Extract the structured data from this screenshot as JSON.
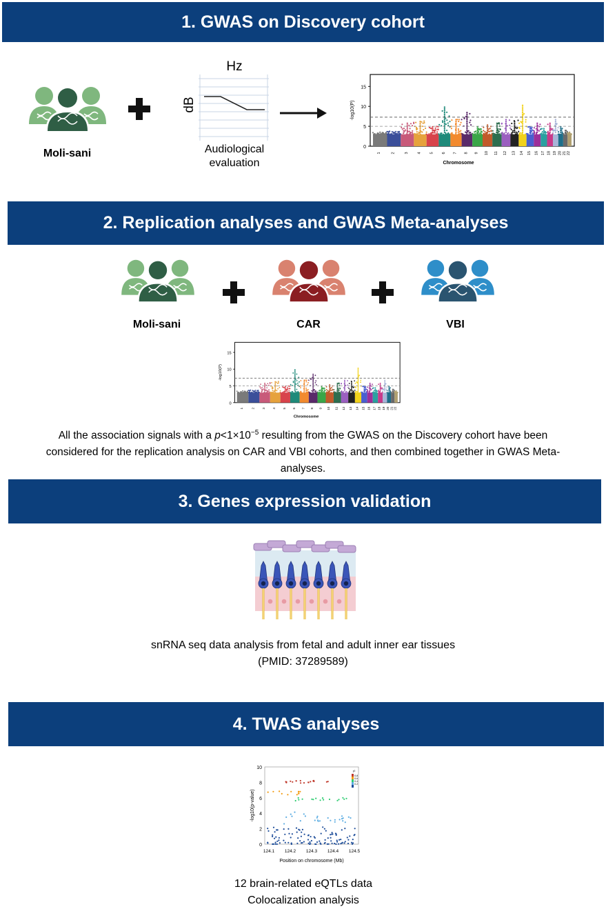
{
  "section1": {
    "title": "1.  GWAS on Discovery cohort",
    "cohort_label": "Moli-sani",
    "audiogram": {
      "top_label": "Hz",
      "side_label": "dB",
      "caption_line1": "Audiological",
      "caption_line2": "evaluation"
    }
  },
  "section2": {
    "title": "2. Replication analyses and GWAS Meta-analyses",
    "cohorts": [
      "Moli-sani",
      "CAR",
      "VBI"
    ],
    "description_line1_a": "All the association signals with a ",
    "description_line1_p": "p",
    "description_line1_b": "<1×10",
    "description_line1_sup": "−5",
    "description_line1_c": " resulting from the GWAS on the Discovery cohort have been",
    "description_line2": "considered for the replication analysis on CAR and VBI cohorts, and then combined together in GWAS Meta-",
    "description_line3": "analyses."
  },
  "section3": {
    "title": "3. Genes expression validation",
    "caption_line1": "snRNA seq data analysis from fetal and adult inner ear tissues",
    "caption_line2": "(PMID: 37289589)"
  },
  "section4": {
    "title": "4. TWAS analyses",
    "caption_line1": "12 brain-related eQTLs data",
    "caption_line2": "Colocalization analysis"
  },
  "colors": {
    "banner": "#0c3f7c",
    "green_light": "#7fb77e",
    "green_dark": "#2f5e45",
    "car_light": "#d9826f",
    "car_dark": "#8b1e22",
    "vbi_light": "#2e8ec9",
    "vbi_dark": "#2a5470"
  },
  "manhattan": {
    "ylabel": "-log10(P)",
    "xlabel": "Chromosome",
    "yticks": [
      0,
      5,
      10,
      15
    ],
    "chromosomes": [
      "1",
      "2",
      "3",
      "4",
      "5",
      "6",
      "7",
      "8",
      "9",
      "10",
      "11",
      "12",
      "13",
      "14",
      "15",
      "16",
      "17",
      "18",
      "19",
      "20",
      "21",
      "22"
    ],
    "peaks": [
      3.5,
      3.8,
      6,
      6.5,
      5,
      10,
      7,
      8.5,
      5,
      5.5,
      6,
      7,
      6.5,
      10.5,
      5,
      6,
      4.5,
      6,
      7,
      5,
      4,
      3.5
    ],
    "significance_line": 7.3,
    "suggestive_line": 5,
    "colors": [
      "#7a7a7a",
      "#3b4f9a",
      "#c85a7a",
      "#e6a23c",
      "#d8434b",
      "#1f8a7a",
      "#f28a2e",
      "#5a2a6a",
      "#3aa648",
      "#c25a2a",
      "#2d6e4f",
      "#9b5fc0",
      "#222222",
      "#f2d21b",
      "#4a5fd0",
      "#9d2f9a",
      "#2aa0a0",
      "#c83a8a",
      "#a8b4d8",
      "#1e6f8a",
      "#6a6a6a",
      "#b0a070"
    ]
  },
  "twas_plot": {
    "ylabel": "-log10(p-value)",
    "xlabel": "Position on chromosome (Mb)",
    "xticks": [
      "124.1",
      "124.2",
      "124.3",
      "124.4",
      "124.5"
    ],
    "yticks": [
      "0",
      "2",
      "4",
      "6",
      "8",
      "10"
    ],
    "legend_title": "r²",
    "legend_items": [
      "0.8",
      "0.6",
      "0.4",
      "0.2"
    ],
    "legend_colors": [
      "#c0392b",
      "#f39c12",
      "#2ecc71",
      "#5dade2",
      "#1f4e9a"
    ]
  }
}
